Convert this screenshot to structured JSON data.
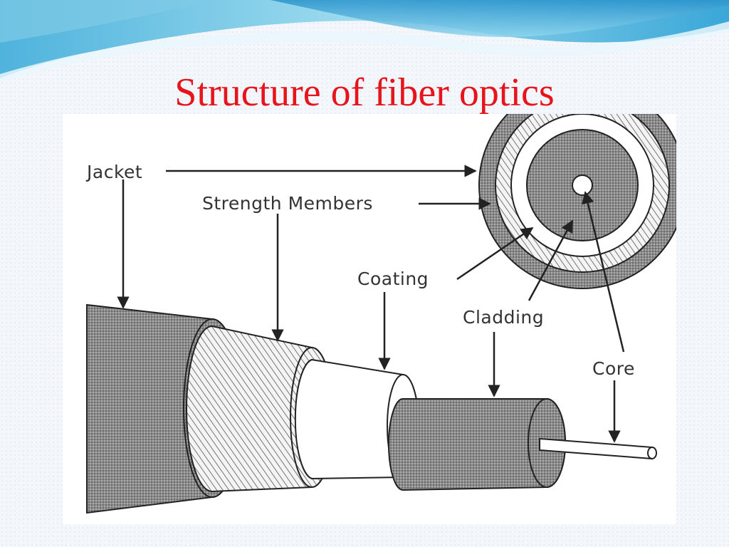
{
  "slide": {
    "title": "Structure of fiber optics"
  },
  "diagram": {
    "labels": {
      "jacket": "Jacket",
      "strength_members": "Strength Members",
      "coating": "Coating",
      "cladding": "Cladding",
      "core": "Core"
    }
  },
  "colors": {
    "title": "#e8141c",
    "wave_light": "#bfe6f3",
    "wave_mid": "#5bbde0",
    "wave_dark": "#2a8fc7"
  }
}
